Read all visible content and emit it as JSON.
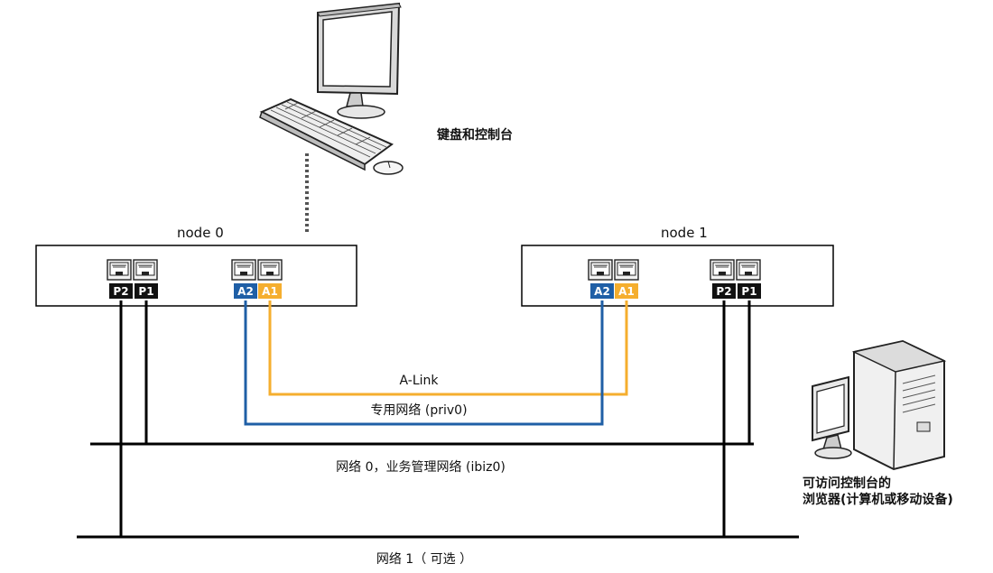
{
  "nodes": [
    {
      "title": "node 0",
      "ports": [
        "P2",
        "P1",
        "A2",
        "A1"
      ]
    },
    {
      "title": "node 1",
      "ports": [
        "A2",
        "A1",
        "P2",
        "P1"
      ]
    }
  ],
  "labels": {
    "keyboard_console": "键盘和控制台",
    "alink": "A-Link",
    "private_network": "专用网络 (priv0)",
    "network0": "网络 0，业务管理网络 (ibiz0)",
    "network1": "网络 1（ 可选 ）",
    "browser_line1": "可访问控制台的",
    "browser_line2": "浏览器(计算机或移动设备)"
  },
  "colors": {
    "a1_link": "#f5ae2e",
    "a2_link": "#1f5fa6",
    "p_port": "#111111",
    "wire": "#000000"
  },
  "icons": {
    "console": "desktop-monitor-keyboard-mouse-icon",
    "browser": "tower-pc-with-monitor-icon"
  }
}
